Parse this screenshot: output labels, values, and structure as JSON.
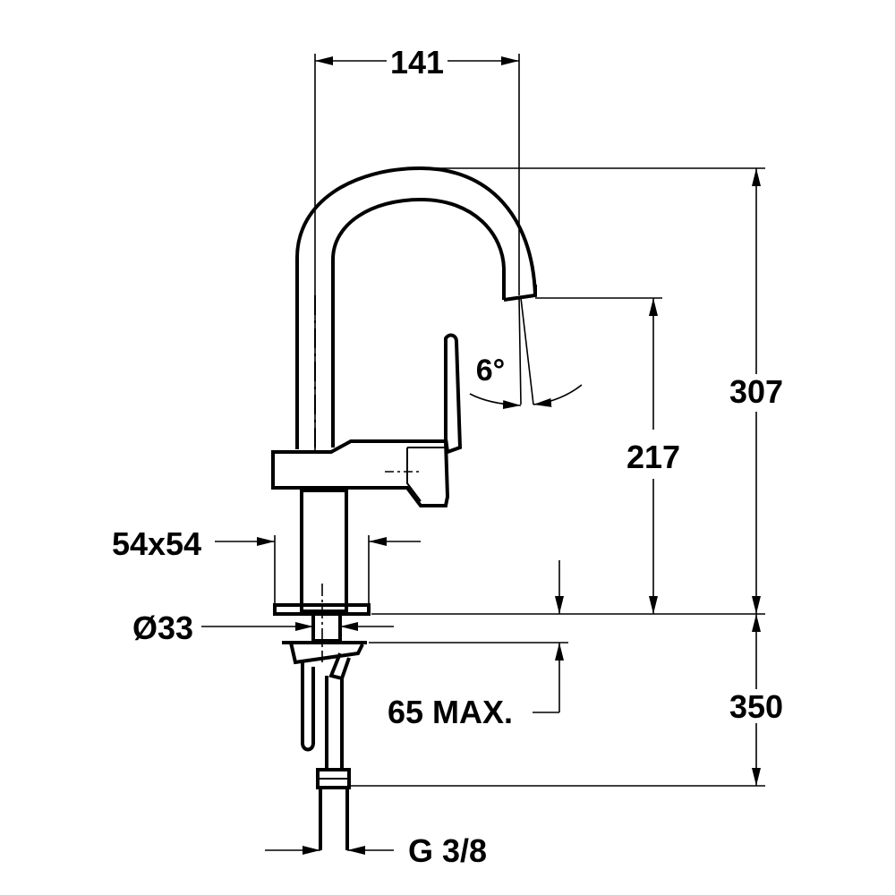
{
  "dimensions": {
    "spout_reach": "141",
    "total_height": "307",
    "spout_height": "217",
    "swivel_angle": "6°",
    "base_size": "54x54",
    "shank_diameter": "Ø33",
    "max_counter_thickness": "65 MAX.",
    "hose_length": "350",
    "connection_thread": "G 3/8"
  },
  "colors": {
    "line": "#000000",
    "background": "#ffffff"
  }
}
